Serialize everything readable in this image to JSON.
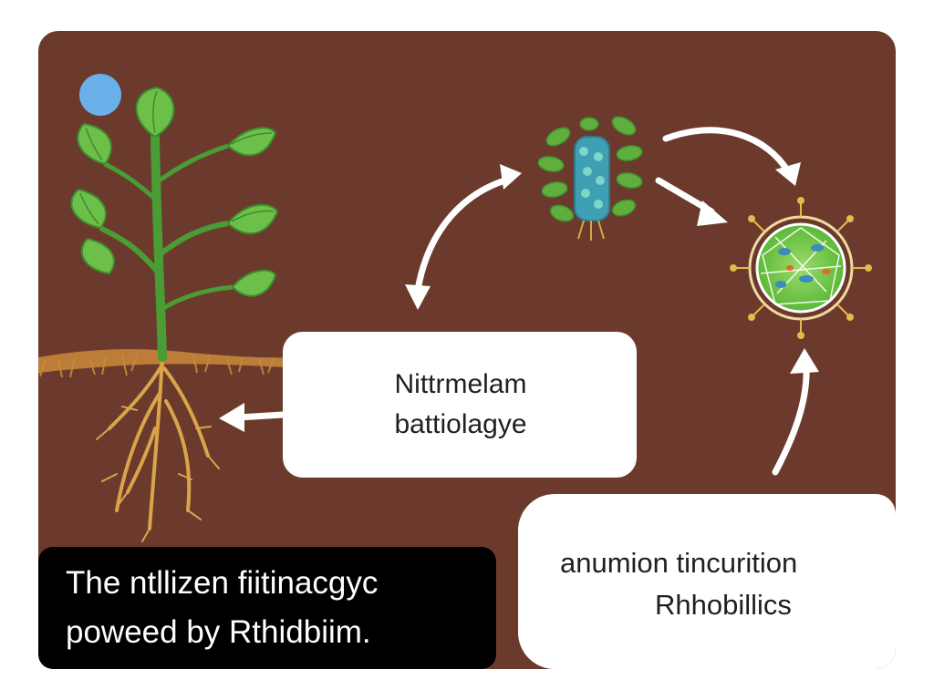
{
  "colors": {
    "soil": "#6b3a2c",
    "leaf": "#6cc04a",
    "leaf_dark": "#3e8b2e",
    "root": "#d9a44a",
    "arrow": "#ffffff",
    "sun": "#6ab0ea",
    "caption_bg": "#000000",
    "box_bg": "#ffffff"
  },
  "icons": [
    "plant-icon",
    "sun-icon",
    "bacterium-icon",
    "nodule-cell-icon",
    "cycle-arrow-icon"
  ],
  "center_box": {
    "line1": "Nittrmelam",
    "line2": "battiolagye"
  },
  "caption": {
    "line1": "The ntllizen fiitinacgyc",
    "line2": "poweed by Rthidbiim."
  },
  "right_box": {
    "line1": "anumion tincurition",
    "line2": "Rhhobillics"
  }
}
